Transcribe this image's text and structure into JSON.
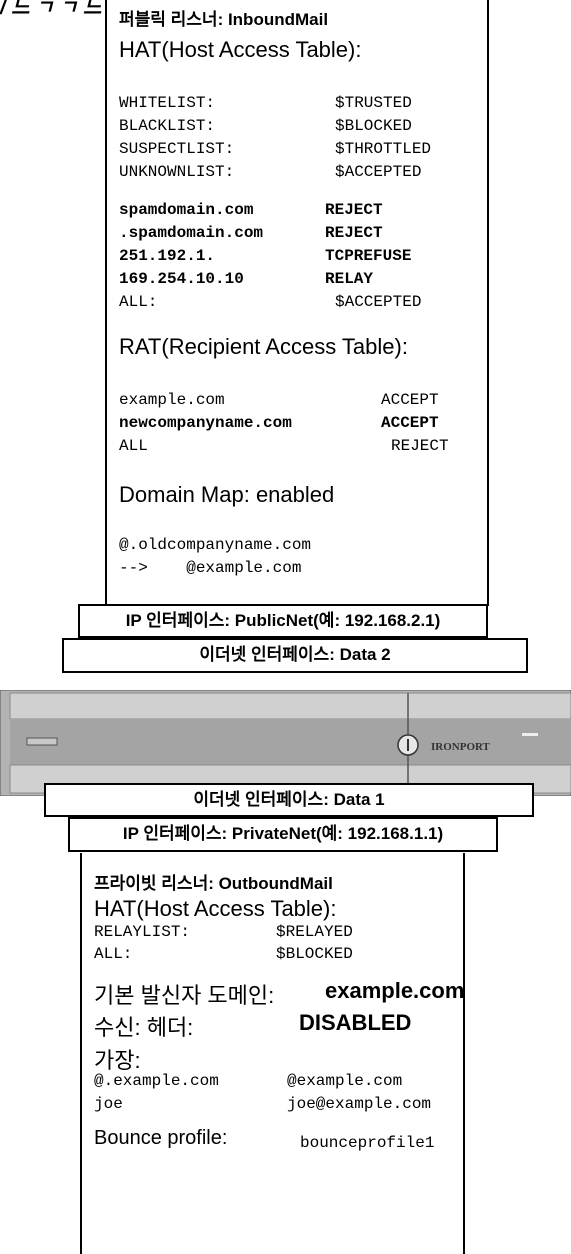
{
  "fragment": "/ 느 ㄱ ㄱ 느",
  "public_listener": {
    "title": "퍼블릭 리스너: InboundMail",
    "hat_title": "HAT(Host Access Table):",
    "hat_rows": [
      {
        "k": "WHITELIST:",
        "v": "$TRUSTED",
        "bold": false
      },
      {
        "k": "BLACKLIST:",
        "v": "$BLOCKED",
        "bold": false
      },
      {
        "k": "SUSPECTLIST:",
        "v": "$THROTTLED",
        "bold": false
      },
      {
        "k": "UNKNOWNLIST:",
        "v": "$ACCEPTED",
        "bold": false
      },
      {
        "k": "spamdomain.com",
        "v": "REJECT",
        "bold": true
      },
      {
        "k": ".spamdomain.com",
        "v": "REJECT",
        "bold": true
      },
      {
        "k": "251.192.1.",
        "v": "TCPREFUSE",
        "bold": true
      },
      {
        "k": "169.254.10.10",
        "v": "RELAY",
        "bold": true
      },
      {
        "k": "ALL:",
        "v": "$ACCEPTED",
        "bold": false
      }
    ],
    "rat_title": "RAT(Recipient Access Table):",
    "rat_rows": [
      {
        "k": "example.com",
        "v": "ACCEPT",
        "bold": false
      },
      {
        "k": "newcompanyname.com",
        "v": "ACCEPT",
        "bold": true
      },
      {
        "k": "ALL",
        "v": "REJECT",
        "bold": false
      }
    ],
    "domain_map_title": "Domain Map: enabled",
    "domain_map_from": "@.oldcompanyname.com",
    "domain_map_to": "-->    @example.com"
  },
  "ip_public": "IP 인터페이스: PublicNet(예: 192.168.2.1)",
  "eth_data2": "이더넷 인터페이스: Data 2",
  "appliance": {
    "brand": "IronPort",
    "colors": {
      "body": "#a7a7a7",
      "panel": "#8c8c8c",
      "light": "#d9d9d9"
    }
  },
  "eth_data1": "이더넷 인터페이스: Data 1",
  "ip_private": "IP 인터페이스: PrivateNet(예: 192.168.1.1)",
  "private_listener": {
    "title": "프라이빗 리스너: OutboundMail",
    "hat_title": "HAT(Host Access Table):",
    "hat_rows": [
      {
        "k": "RELAYLIST:",
        "v": "$RELAYED"
      },
      {
        "k": "ALL:",
        "v": "$BLOCKED"
      }
    ],
    "default_sender_label": "기본 발신자 도메인:",
    "default_sender_value": "example.com",
    "received_label": "수신: 헤더:",
    "received_value": "DISABLED",
    "masq_label": "가장:",
    "masq_rows": [
      {
        "k": "@.example.com",
        "v": "@example.com"
      },
      {
        "k": "joe",
        "v": "joe@example.com"
      }
    ],
    "bounce_label": "Bounce profile:",
    "bounce_value": "bounceprofile1"
  }
}
